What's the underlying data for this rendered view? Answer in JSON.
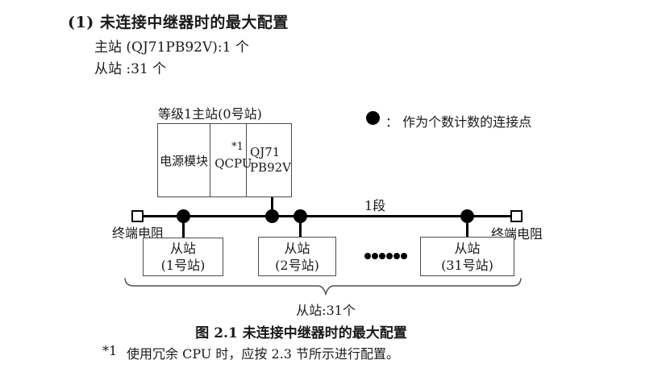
{
  "colors": {
    "line": "#000000",
    "border": "#4d4d4d",
    "text": "#1a1a1a"
  },
  "header": {
    "title": "(1) 未连接中继器时的最大配置",
    "master_line": "主站 (QJ71PB92V):1 个",
    "slave_line": "从站 :31 个"
  },
  "diagram": {
    "master_station": {
      "label": "等级1主站(0号站)",
      "modules": {
        "power": "电源模块",
        "cpu": "QCPU",
        "cpu_footnote_ref": "*1",
        "network_line1": "QJ71",
        "network_line2": "PB92V"
      }
    },
    "legend": {
      "dot_label": "：  作为个数计数的连接点"
    },
    "bus": {
      "segment_label": "1段",
      "terminator_left": "终端电阻",
      "terminator_right": "终端电阻"
    },
    "slaves": [
      {
        "name": "从站",
        "station": "(1号站)"
      },
      {
        "name": "从站",
        "station": "(2号站)"
      },
      {
        "name": "从站",
        "station": "(31号站)"
      }
    ],
    "brace_label": "从站:31个"
  },
  "caption": "图 2.1 未连接中继器时的最大配置",
  "footnote": {
    "ref": "*1",
    "text": "使用冗余 CPU 时，应按 2.3 节所示进行配置。"
  }
}
